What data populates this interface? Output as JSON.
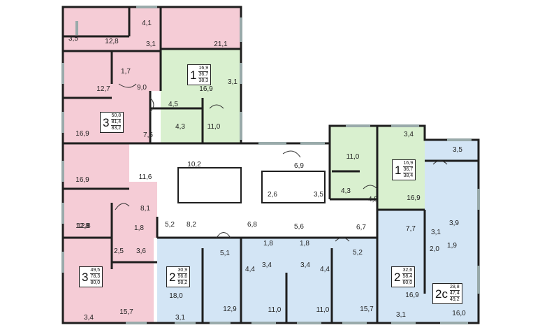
{
  "colors": {
    "three_room": "#f5ccd6",
    "one_room": "#d9f0cf",
    "two_room": "#d3e5f5",
    "common": "#ffffff",
    "wall": "#1e1e1e"
  },
  "apartments": {
    "apt_a": {
      "rooms": "1",
      "areas": [
        "16,9",
        "36,7",
        "38,3"
      ]
    },
    "apt_b": {
      "rooms": "3",
      "areas": [
        "50,8",
        "81,4",
        "83,2"
      ]
    },
    "apt_c": {
      "rooms": "1",
      "areas": [
        "16,9",
        "36,7",
        "38,4"
      ]
    },
    "apt_d": {
      "rooms": "3",
      "areas": [
        "49,5",
        "78,3",
        "80,0"
      ]
    },
    "apt_e": {
      "rooms": "2",
      "areas": [
        "30,9",
        "56,6",
        "58,2"
      ]
    },
    "apt_f": {
      "rooms": "2",
      "areas": [
        "32,6",
        "58,4",
        "60,0"
      ]
    },
    "apt_g": {
      "rooms": "2с",
      "areas": [
        "28,8",
        "47,4",
        "49,2"
      ]
    }
  },
  "room_areas": [
    "3,5",
    "12,8",
    "4,1",
    "3,1",
    "21,1",
    "1,7",
    "12,7",
    "9,0",
    "16,9",
    "3,1",
    "4,5",
    "4,3",
    "11,0",
    "16,9",
    "7,5",
    "3,4",
    "3,5",
    "11,0",
    "10,2",
    "6,9",
    "16,9",
    "11,6",
    "2,6",
    "3,5",
    "4,3",
    "12,8",
    "4,5",
    "16,9",
    "8,1",
    "12,8",
    "1,8",
    "5,2",
    "8,2",
    "6,8",
    "5,6",
    "6,7",
    "7,7",
    "3,1",
    "3,9",
    "2,5",
    "3,6",
    "5,1",
    "1,8",
    "1,8",
    "5,2",
    "1,9",
    "2,0",
    "4,4",
    "3,4",
    "3,4",
    "4,4",
    "16,9",
    "18,0",
    "12,9",
    "11,0",
    "11,0",
    "15,7",
    "16,0",
    "3,4",
    "15,7",
    "3,1",
    "3,1"
  ]
}
